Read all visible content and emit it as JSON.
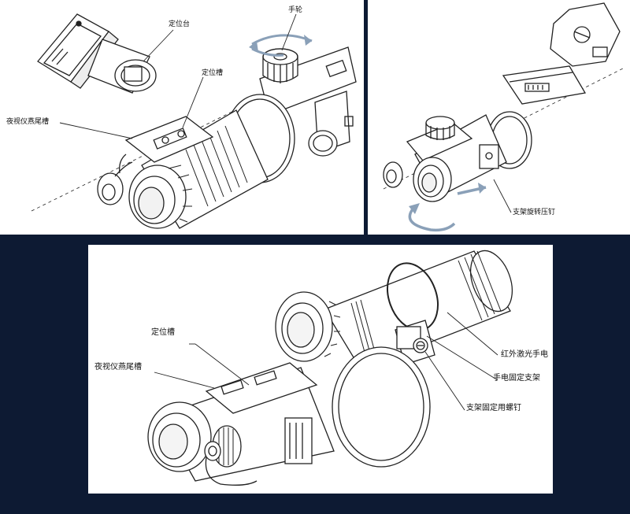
{
  "background_color": "#0d1a33",
  "line_color": "#222222",
  "arrow_color": "#8aa0b8",
  "panel_top_left": {
    "callouts": {
      "positioning_base": "定位台",
      "handwheel": "手轮",
      "positioning_slot": "定位槽",
      "dovetail_slot": "夜视仪燕尾槽"
    }
  },
  "panel_top_right": {
    "callouts": {
      "bracket_rotation_pin": "支架旋转压钉"
    }
  },
  "panel_bottom": {
    "callouts": {
      "positioning_slot": "定位槽",
      "dovetail_slot": "夜视仪燕尾槽",
      "ir_laser_flashlight": "红外激光手电",
      "flashlight_bracket": "手电固定支架",
      "bracket_screw": "支架固定用螺钉"
    }
  }
}
